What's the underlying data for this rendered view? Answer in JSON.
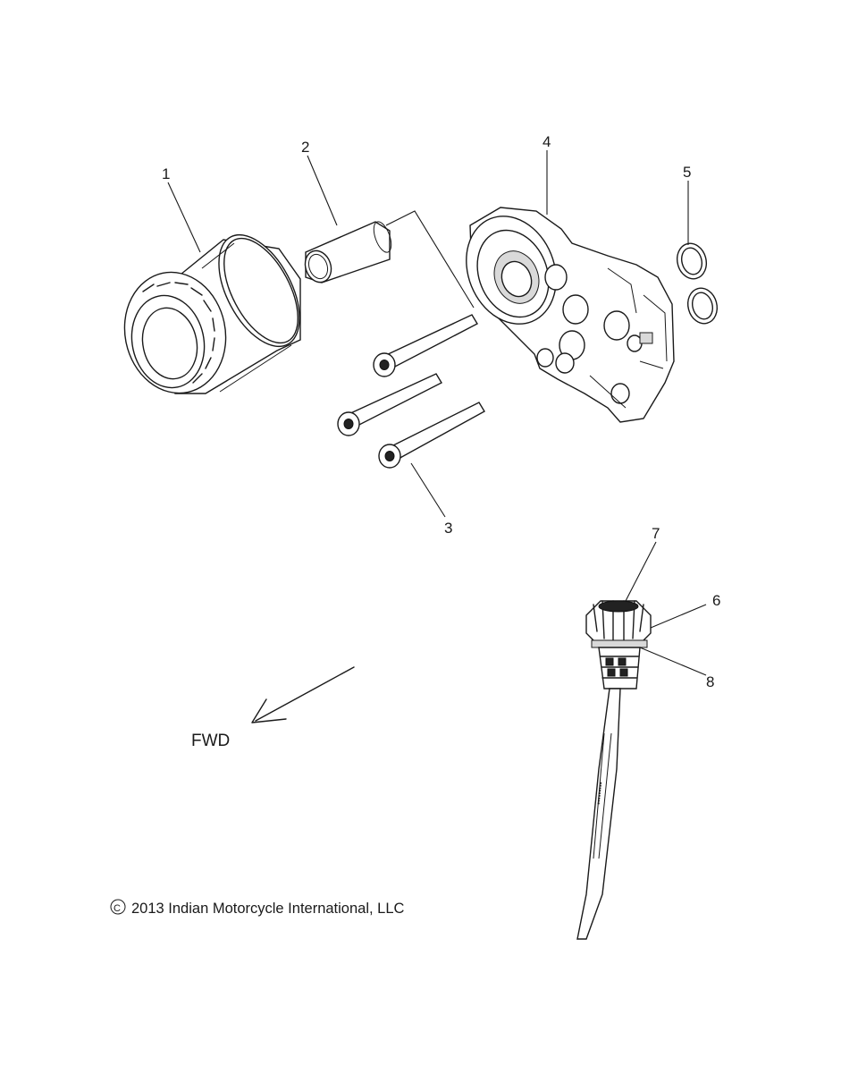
{
  "diagram": {
    "callouts": [
      {
        "id": "1",
        "label": "1"
      },
      {
        "id": "2",
        "label": "2"
      },
      {
        "id": "3",
        "label": "3"
      },
      {
        "id": "4",
        "label": "4"
      },
      {
        "id": "5",
        "label": "5"
      },
      {
        "id": "6",
        "label": "6"
      },
      {
        "id": "7",
        "label": "7"
      },
      {
        "id": "8",
        "label": "8"
      }
    ],
    "direction_label": "FWD",
    "copyright_symbol": "C",
    "copyright_text": "2013 Indian Motorcycle International, LLC"
  }
}
